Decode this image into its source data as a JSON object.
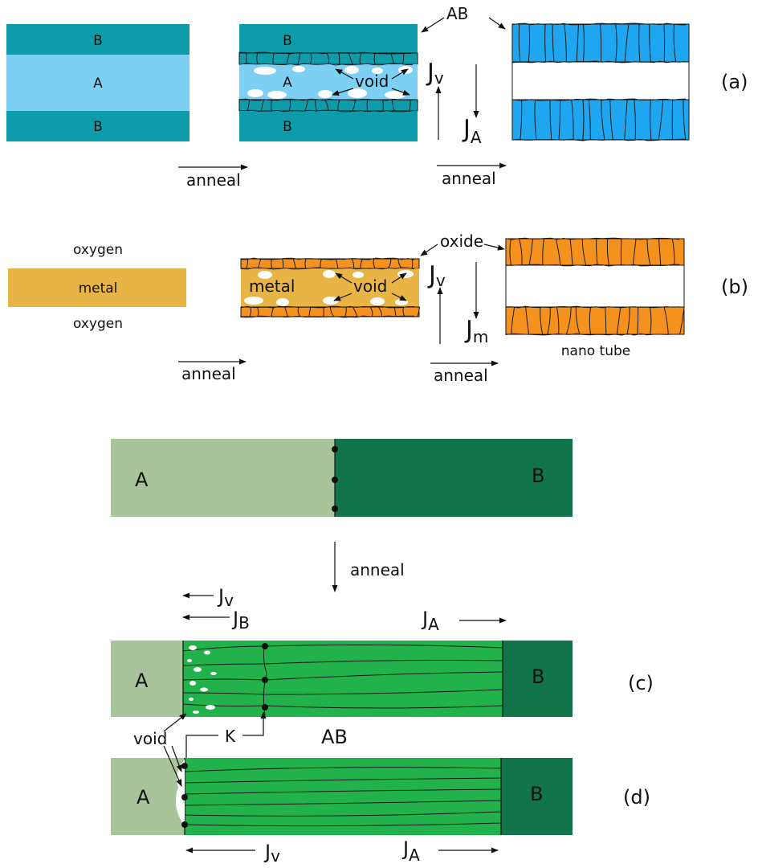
{
  "colors": {
    "teal": "#0e9caa",
    "light_blue": "#7dd0f3",
    "bright_blue": "#1ea7f0",
    "metal": "#e9b446",
    "oxide": "#f5921e",
    "light_green": "#a8c49a",
    "dark_green": "#12744a",
    "mid_green": "#22b24b"
  },
  "panel_a": {
    "B_top": "B",
    "A_mid": "A",
    "B_bottom": "B",
    "B_top_2": "B",
    "A_mid_2": "A",
    "B_bottom_2": "B",
    "void": "void",
    "AB": "AB",
    "jv_main": "J",
    "jv_sub": "v",
    "ja_main": "J",
    "ja_sub": "A",
    "anneal_1": "anneal",
    "anneal_2": "anneal",
    "tag": "(a)"
  },
  "panel_b": {
    "oxygen_top": "oxygen",
    "metal_1": "metal",
    "oxygen_bottom": "oxygen",
    "metal_2": "metal",
    "void": "void",
    "oxide": "oxide",
    "jv_main": "J",
    "jv_sub": "v",
    "jm_main": "J",
    "jm_sub": "m",
    "nano_tube": "nano tube",
    "anneal_1": "anneal",
    "anneal_2": "anneal",
    "tag": "(b)"
  },
  "panel_top_diffusion": {
    "A": "A",
    "B": "B",
    "anneal": "anneal"
  },
  "panel_c": {
    "jv_main": "J",
    "jv_sub": "v",
    "jb_main": "J",
    "jb_sub": "B",
    "ja_main": "J",
    "ja_sub": "A",
    "A": "A",
    "B": "B",
    "void": "void",
    "K": "K",
    "AB": "AB",
    "tag": "(c)"
  },
  "panel_d": {
    "A": "A",
    "B": "B",
    "jv_main": "J",
    "jv_sub": "v",
    "ja_main": "J",
    "ja_sub": "A",
    "tag": "(d)"
  }
}
